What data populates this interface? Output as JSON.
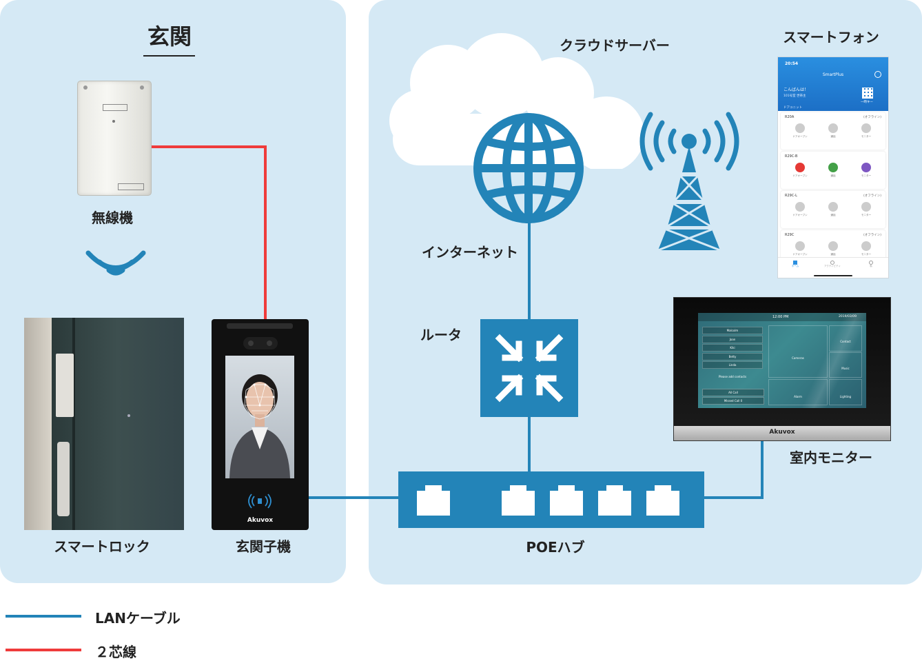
{
  "sections": {
    "entrance": "玄関"
  },
  "nodes": {
    "wireless": "無線機",
    "smart_lock": "スマートロック",
    "entrance_unit": "玄関子機",
    "cloud_server": "クラウドサーバー",
    "internet": "インターネット",
    "router": "ルータ",
    "poe_hub": "POEハブ",
    "smartphone": "スマートフォン",
    "indoor_monitor": "室内モニター"
  },
  "device_brand": "Akuvox",
  "phone_screen": {
    "time": "20:54",
    "app_title": "SmartPlus",
    "greeting": "こんばんは！",
    "subtitle": "101号室 世帯主",
    "qr_caption": "一時キー",
    "section": "ドアユニット",
    "devices": [
      {
        "name": "R20A",
        "status": "(オフライン)"
      },
      {
        "name": "R29C-B",
        "status": ""
      },
      {
        "name": "R29C-L",
        "status": "(オフライン)"
      },
      {
        "name": "R29C",
        "status": "(オフライン)"
      }
    ],
    "actions": [
      "ドアオープン",
      "通話",
      "モニター"
    ],
    "tabs": [
      "ホーム",
      "アクティビティ",
      "私"
    ]
  },
  "monitor_screen": {
    "time": "12:00 PM",
    "date": "2019/03/09",
    "contacts": [
      "Malcolm",
      "Joan",
      "Kiki",
      "Betty",
      "Linda"
    ],
    "prompt": "Please add contacts",
    "buttons": [
      "All Call",
      "Missed Call 0"
    ],
    "tiles": [
      "Cameras",
      "Contact",
      "Music",
      "Alarm",
      "Lighting"
    ]
  },
  "legend": [
    {
      "label": "LANケーブル",
      "color": "#2384b8"
    },
    {
      "label": "２芯線",
      "color": "#ef3b3b"
    }
  ],
  "colors": {
    "panel": "#d5e9f5",
    "accent": "#2384b8",
    "red_line": "#ef3b3b"
  }
}
